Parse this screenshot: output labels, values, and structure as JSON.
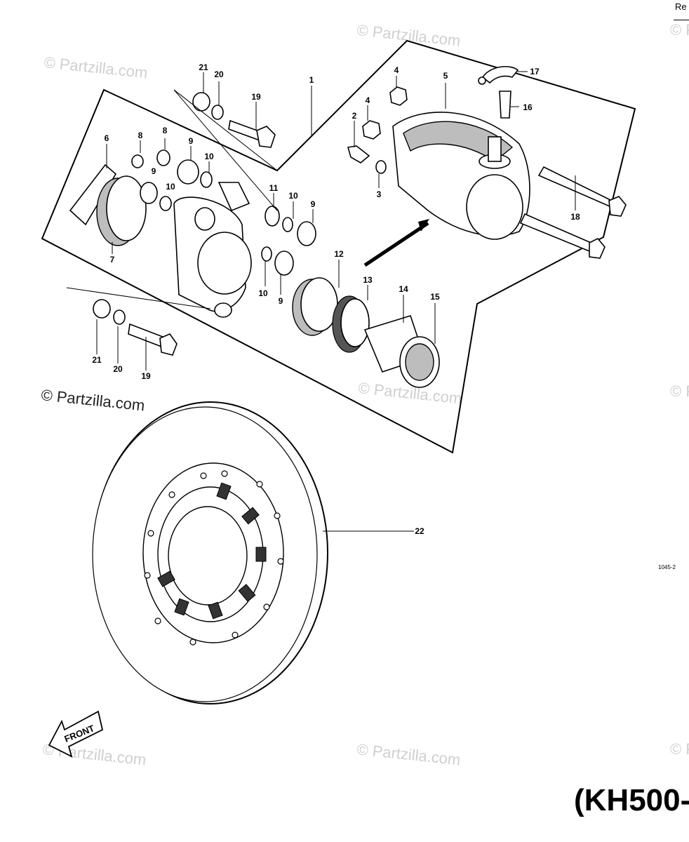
{
  "header": {
    "corner_text": "Re"
  },
  "footer": {
    "model_title": "(KH500-",
    "ref_code": "1045-2"
  },
  "watermark": {
    "text": "© Partzilla.com",
    "primary_text": "© Partzilla.com"
  },
  "arrow_label": "FRONT",
  "callouts": [
    "21",
    "20",
    "19",
    "1",
    "4",
    "5",
    "17",
    "4",
    "16",
    "2",
    "6",
    "8",
    "8",
    "9",
    "10",
    "9",
    "10",
    "11",
    "10",
    "9",
    "3",
    "18",
    "7",
    "12",
    "10",
    "9",
    "13",
    "14",
    "15",
    "21",
    "20",
    "19",
    "22"
  ]
}
